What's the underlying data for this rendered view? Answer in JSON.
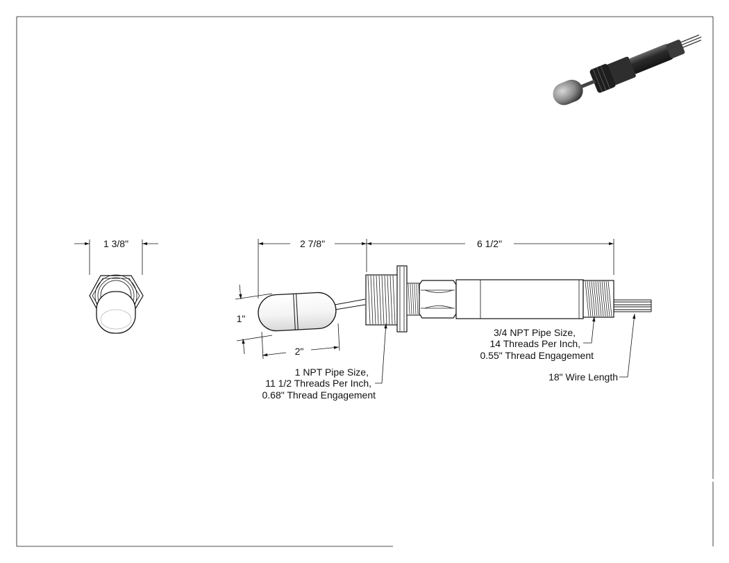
{
  "top_view": {
    "width_dim": "1 3/8\""
  },
  "side_view": {
    "float_to_fitting_dim": "2 7/8\"",
    "fitting_to_end_dim": "6 1/2\"",
    "float_diameter_dim": "1\"",
    "float_length_dim": "2\""
  },
  "callouts": {
    "npt1": {
      "line1": "1 NPT Pipe Size,",
      "line2": "11 1/2 Threads Per Inch,",
      "line3": "0.68\" Thread Engagement"
    },
    "npt34": {
      "line1": "3/4 NPT Pipe Size,",
      "line2": "14 Threads Per Inch,",
      "line3": "0.55\" Thread Engagement"
    },
    "wire": {
      "line1": "18\" Wire Length"
    }
  },
  "colors": {
    "line": "#111111",
    "render_dark": "#2b2b2b",
    "render_light": "#9a9a9a"
  }
}
